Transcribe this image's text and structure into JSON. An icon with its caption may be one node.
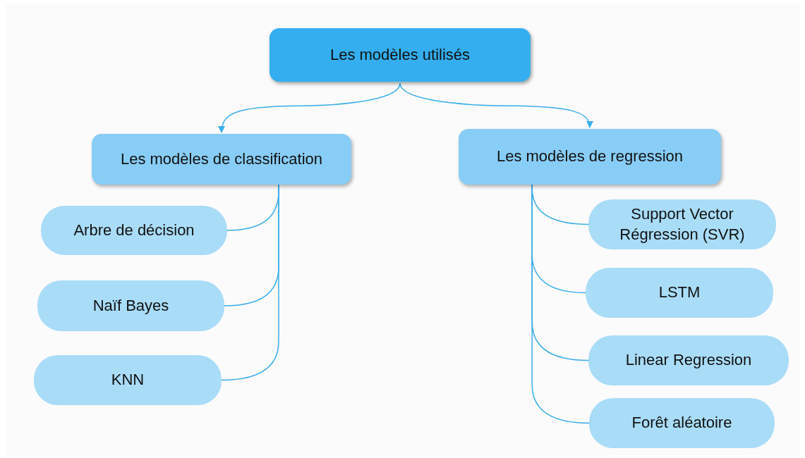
{
  "diagram": {
    "nodes": [
      {
        "text": [
          "Les modèles utilisés"
        ]
      },
      {
        "text": [
          "Les modèles de classification"
        ]
      },
      {
        "text": [
          "Les modèles de regression"
        ]
      },
      {
        "text": [
          "Arbre de décision"
        ]
      },
      {
        "text": [
          "Naïf Bayes"
        ]
      },
      {
        "text": [
          "KNN"
        ]
      },
      {
        "text": [
          "Support Vector Régression (SVR)"
        ]
      },
      {
        "text": [
          "LSTM"
        ]
      },
      {
        "text": [
          "Linear Regression"
        ]
      },
      {
        "text": [
          "Forêt aléatoire"
        ]
      }
    ],
    "edges": [
      {
        "from": 0,
        "to": 1,
        "arrow": "to"
      },
      {
        "from": 0,
        "to": 2,
        "arrow": "to"
      },
      {
        "from": 1,
        "to": 3,
        "arrow": "none"
      },
      {
        "from": 1,
        "to": 4,
        "arrow": "none"
      },
      {
        "from": 1,
        "to": 5,
        "arrow": "none"
      },
      {
        "from": 2,
        "to": 6,
        "arrow": "none"
      },
      {
        "from": 2,
        "to": 7,
        "arrow": "none"
      },
      {
        "from": 2,
        "to": 8,
        "arrow": "none"
      },
      {
        "from": 2,
        "to": 9,
        "arrow": "none"
      }
    ]
  }
}
